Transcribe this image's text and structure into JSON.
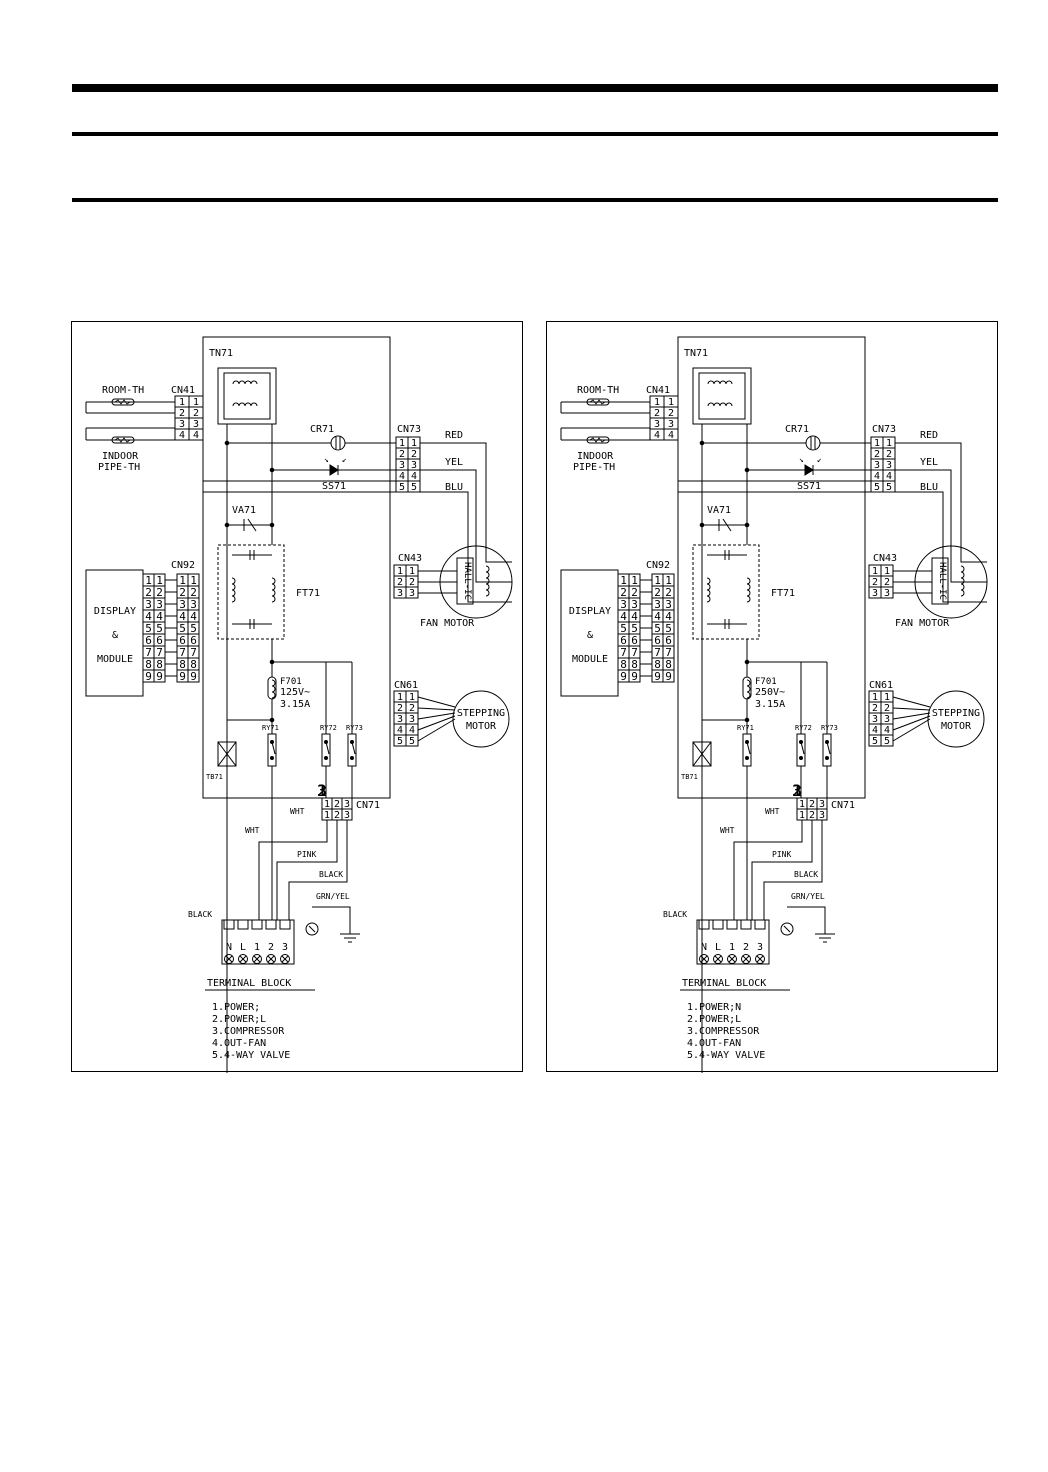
{
  "diagrams": [
    {
      "id": "left",
      "fuse_rating": [
        "F701",
        "125V~",
        "3.15A"
      ],
      "legend_items": [
        "1.POWER;",
        "2.POWER;L",
        "3.COMPRESSOR",
        "4.OUT-FAN",
        "5.4-WAY VALVE"
      ]
    },
    {
      "id": "right",
      "fuse_rating": [
        "F701",
        "250V~",
        "3.15A"
      ],
      "legend_items": [
        "1.POWER;N",
        "2.POWER;L",
        "3.COMPRESSOR",
        "4.OUT-FAN",
        "5.4-WAY VALVE"
      ]
    }
  ],
  "labels": {
    "transformer": "TN71",
    "room_th": "ROOM-TH",
    "cn41": "CN41",
    "indoor": "INDOOR",
    "pipe_th": "PIPE-TH",
    "cr71": "CR71",
    "cn73": "CN73",
    "ss71": "SS71",
    "red": "RED",
    "yel": "YEL",
    "blu": "BLU",
    "va71": "VA71",
    "cn92": "CN92",
    "ft71": "FT71",
    "cn43": "CN43",
    "hall_ic": "HALL-IC",
    "fan_motor": "FAN MOTOR",
    "display": "DISPLAY",
    "amp": "&",
    "module": "MODULE",
    "cn61": "CN61",
    "stepping": "STEPPING",
    "motor": "MOTOR",
    "ry71": "RY71",
    "ry72": "RY72",
    "ry73": "RY73",
    "tb71": "TB71",
    "wht": "WHT",
    "cn71": "CN71",
    "pink": "PINK",
    "black": "BLACK",
    "grn_yel": "GRN/YEL",
    "terminal_block": "TERMINAL BLOCK",
    "tb_letters": [
      "N",
      "L",
      "1",
      "2",
      "3"
    ]
  }
}
